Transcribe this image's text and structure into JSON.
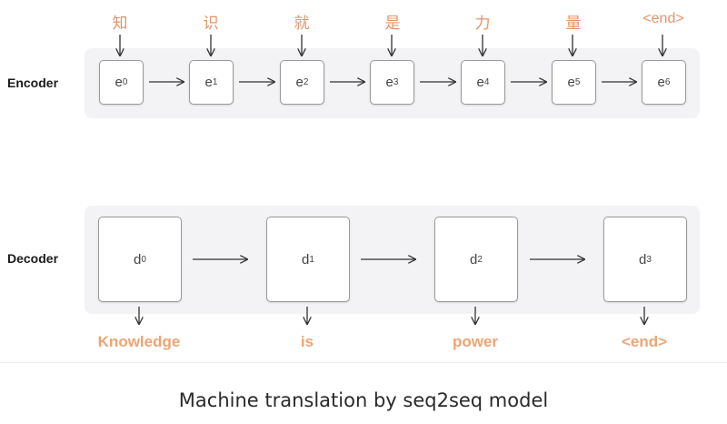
{
  "encoder": {
    "label": "Encoder",
    "tokens": [
      "知",
      "识",
      "就",
      "是",
      "力",
      "量",
      "<end>"
    ],
    "states": [
      {
        "name": "e",
        "sub": "0"
      },
      {
        "name": "e",
        "sub": "1"
      },
      {
        "name": "e",
        "sub": "2"
      },
      {
        "name": "e",
        "sub": "3"
      },
      {
        "name": "e",
        "sub": "4"
      },
      {
        "name": "e",
        "sub": "5"
      },
      {
        "name": "e",
        "sub": "6"
      }
    ]
  },
  "decoder": {
    "label": "Decoder",
    "states": [
      {
        "name": "d",
        "sub": "0"
      },
      {
        "name": "d",
        "sub": "1"
      },
      {
        "name": "d",
        "sub": "2"
      },
      {
        "name": "d",
        "sub": "3"
      }
    ],
    "outputs": [
      "Knowledge",
      "is",
      "power",
      "<end>"
    ]
  },
  "caption": "Machine translation by seq2seq model",
  "colors": {
    "token": "#e5946a",
    "output": "#efa473",
    "panel": "#f3f3f6",
    "arrow": "#333333"
  }
}
